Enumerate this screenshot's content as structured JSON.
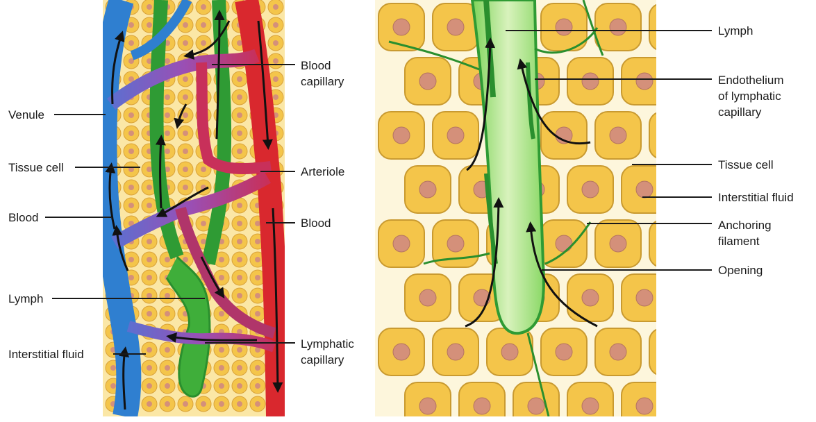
{
  "left_panel": {
    "labels": {
      "venule": "Venule",
      "tissue_cell": "Tissue cell",
      "blood_left": "Blood",
      "lymph": "Lymph",
      "interstitial_fluid": "Interstitial fluid",
      "blood_capillary": "Blood\ncapillary",
      "arteriole": "Arteriole",
      "blood_right": "Blood",
      "lymphatic_capillary": "Lymphatic\ncapillary"
    }
  },
  "right_panel": {
    "labels": {
      "lymph": "Lymph",
      "endothelium": "Endothelium\nof lymphatic\ncapillary",
      "tissue_cell": "Tissue cell",
      "interstitial_fluid": "Interstitial fluid",
      "anchoring_filament": "Anchoring\nfilament",
      "opening": "Opening"
    }
  },
  "colors": {
    "vein": "#2f7fd0",
    "artery": "#d9282e",
    "capillary": "#b0356a",
    "lymphatic": "#3aa83a",
    "lymph_fluid": "#cdeeb0",
    "cell": "#f4c54a",
    "nucleus": "#d4907a"
  }
}
